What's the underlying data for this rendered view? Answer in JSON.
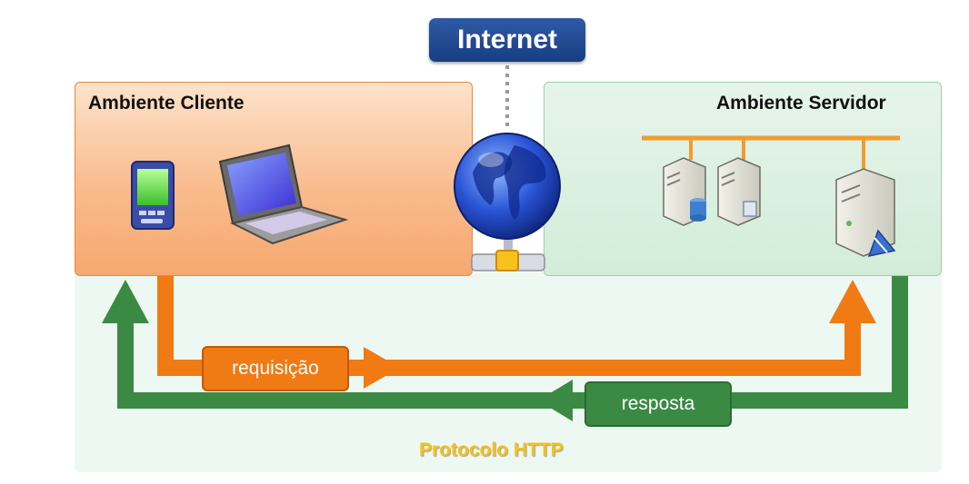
{
  "internet": {
    "label": "Internet"
  },
  "client": {
    "title": "Ambiente Cliente"
  },
  "server": {
    "title": "Ambiente Servidor"
  },
  "flows": {
    "request": "requisição",
    "response": "resposta"
  },
  "protocol": {
    "label": "Protocolo HTTP"
  },
  "colors": {
    "request_arrow": "#f07a14",
    "response_arrow": "#3b8a43",
    "internet_badge": "#1f4a8f",
    "protocol_text": "#f4c21a"
  }
}
